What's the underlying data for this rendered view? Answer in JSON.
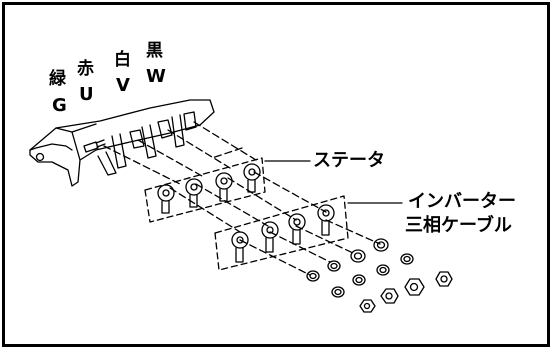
{
  "terminals": [
    {
      "color_jp": "緑",
      "phase": "G"
    },
    {
      "color_jp": "赤",
      "phase": "U"
    },
    {
      "color_jp": "白",
      "phase": "V"
    },
    {
      "color_jp": "黒",
      "phase": "W"
    }
  ],
  "callouts": {
    "stator": "ステータ",
    "inverter_line1": "インバーター",
    "inverter_line2": "三相ケーブル"
  },
  "colors": {
    "line": "#000000",
    "background": "#ffffff",
    "border": "#000000"
  }
}
